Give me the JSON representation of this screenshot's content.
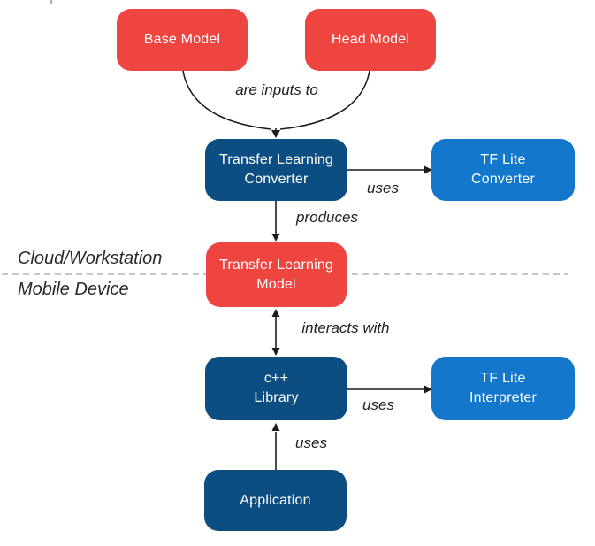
{
  "diagram": {
    "title": "Transfer learning pipeline diagram",
    "colors": {
      "red": "#EF4540",
      "dark_blue": "#0D4E82",
      "light_blue": "#1378CC",
      "arrow": "#1c1c1c",
      "divider": "#b3b3b3",
      "tick": "#b0b0b0",
      "node_text": "#ffffff",
      "label_text": "#202124"
    },
    "regions": {
      "top_label": "Cloud/Workstation",
      "bottom_label": "Mobile Device"
    },
    "nodes": {
      "base_model": {
        "label": "Base Model"
      },
      "head_model": {
        "label": "Head Model"
      },
      "transfer_learning_converter": {
        "label": "Transfer Learning\nConverter"
      },
      "tf_lite_converter": {
        "label": "TF Lite\nConverter"
      },
      "transfer_learning_model": {
        "label": "Transfer Learning\nModel"
      },
      "cpp_library": {
        "label": "c++\nLibrary"
      },
      "tf_lite_interpreter": {
        "label": "TF Lite\nInterpreter"
      },
      "application": {
        "label": "Application"
      }
    },
    "edges": {
      "are_inputs_to": "are inputs to",
      "uses_converter": "uses",
      "produces": "produces",
      "interacts_with": "interacts with",
      "uses_interpreter": "uses",
      "uses_library": "uses"
    }
  }
}
